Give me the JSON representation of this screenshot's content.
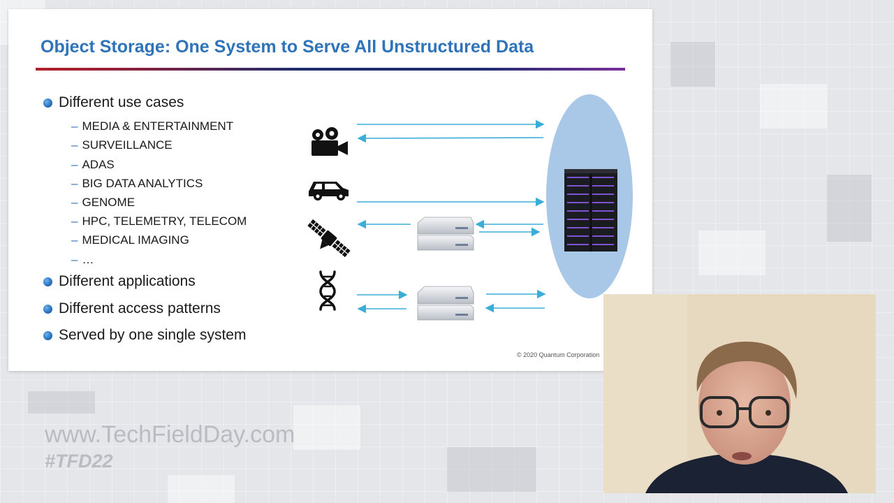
{
  "slide": {
    "title": "Object Storage: One System to Serve All Unstructured Data",
    "bullets": [
      {
        "text": "Different use cases",
        "sub": [
          "MEDIA & ENTERTAINMENT",
          "SURVEILLANCE",
          "ADAS",
          "BIG DATA ANALYTICS",
          "GENOME",
          "HPC, TELEMETRY, TELECOM",
          "MEDICAL IMAGING",
          "…"
        ]
      },
      {
        "text": "Different applications"
      },
      {
        "text": "Different access patterns"
      },
      {
        "text": "Served by one single system"
      }
    ],
    "sub_dash": "–",
    "diagram_icons": [
      "movie-camera-icon",
      "car-icon",
      "satellite-icon",
      "dna-icon",
      "server-icon",
      "server-rack-icon"
    ],
    "copyright": "© 2020 Quantum Corporation"
  },
  "watermark": {
    "url": "www.TechFieldDay.com",
    "hashtag": "#TFD22"
  },
  "colors": {
    "title": "#2f73b8",
    "arrow": "#3aaed8",
    "ellipse": "#a9c7e6",
    "rack_led": "#8a5be6"
  }
}
